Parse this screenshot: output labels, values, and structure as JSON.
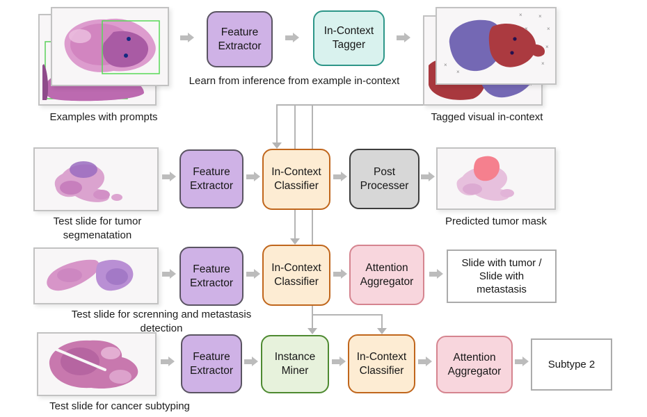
{
  "figure": {
    "row_context": {
      "input_caption": "Examples with prompts",
      "feature_extractor_label": "Feature\nExtractor",
      "tagger_label": "In-Context\nTagger",
      "note": "Learn from inference from example in-context",
      "output_caption": "Tagged visual in-context"
    },
    "row_segmentation": {
      "input_caption": "Test slide for tumor\nsegmenatation",
      "feature_extractor_label": "Feature\nExtractor",
      "classifier_label": "In-Context\nClassifier",
      "post_processer_label": "Post\nProcesser",
      "output_caption": "Predicted tumor mask"
    },
    "row_screening": {
      "input_caption": "Test slide for screnning and metastasis\ndetection",
      "feature_extractor_label": "Feature\nExtractor",
      "classifier_label": "In-Context\nClassifier",
      "aggregator_label": "Attention\nAggregator",
      "output_label": "Slide with tumor /\nSlide with\nmetastasis"
    },
    "row_subtyping": {
      "input_caption": "Test slide for cancer subtyping",
      "feature_extractor_label": "Feature\nExtractor",
      "instance_miner_label": "Instance\nMiner",
      "classifier_label": "In-Context\nClassifier",
      "aggregator_label": "Attention\nAggregator",
      "output_label": "Subtype 2"
    },
    "colors": {
      "purple_fill": "#cfb2e6",
      "purple_border": "#5a5462",
      "teal_fill": "#d9f2ee",
      "teal_border": "#2d9688",
      "orange_fill": "#fdecd3",
      "orange_border": "#c0661c",
      "gray_fill": "#d7d7d7",
      "gray_border": "#3d3d3d",
      "pink_fill": "#f8d6dd",
      "pink_border": "#d5848f",
      "green_fill": "#e7f2dc",
      "green_border": "#4e8a31",
      "white_box_border": "#ababab",
      "connector": "#b4b4b4",
      "image_frame_border": "#c2c2c2"
    }
  }
}
